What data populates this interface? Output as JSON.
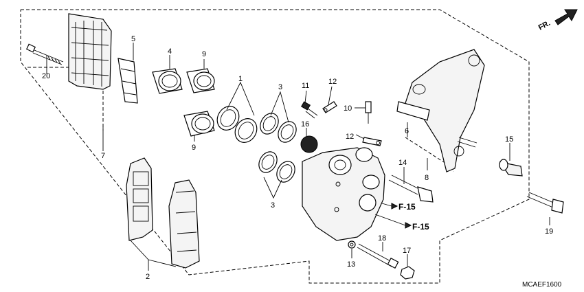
{
  "diagram": {
    "code": "MCAEF1600",
    "direction_label": "FR.",
    "callouts": [
      {
        "id": "c20",
        "text": "20"
      },
      {
        "id": "c5",
        "text": "5"
      },
      {
        "id": "c4",
        "text": "4"
      },
      {
        "id": "c9a",
        "text": "9"
      },
      {
        "id": "c1",
        "text": "1"
      },
      {
        "id": "c3a",
        "text": "3"
      },
      {
        "id": "c11",
        "text": "11"
      },
      {
        "id": "c12a",
        "text": "12"
      },
      {
        "id": "c10",
        "text": "10"
      },
      {
        "id": "c16",
        "text": "16"
      },
      {
        "id": "c12b",
        "text": "12"
      },
      {
        "id": "c6",
        "text": "6"
      },
      {
        "id": "c9b",
        "text": "9"
      },
      {
        "id": "c7",
        "text": "7"
      },
      {
        "id": "c14",
        "text": "14"
      },
      {
        "id": "c8",
        "text": "8"
      },
      {
        "id": "c15",
        "text": "15"
      },
      {
        "id": "c3b",
        "text": "3"
      },
      {
        "id": "c19",
        "text": "19"
      },
      {
        "id": "c18",
        "text": "18"
      },
      {
        "id": "c17",
        "text": "17"
      },
      {
        "id": "c13",
        "text": "13"
      },
      {
        "id": "c2",
        "text": "2"
      }
    ],
    "references": [
      "F-15",
      "F-15"
    ]
  }
}
